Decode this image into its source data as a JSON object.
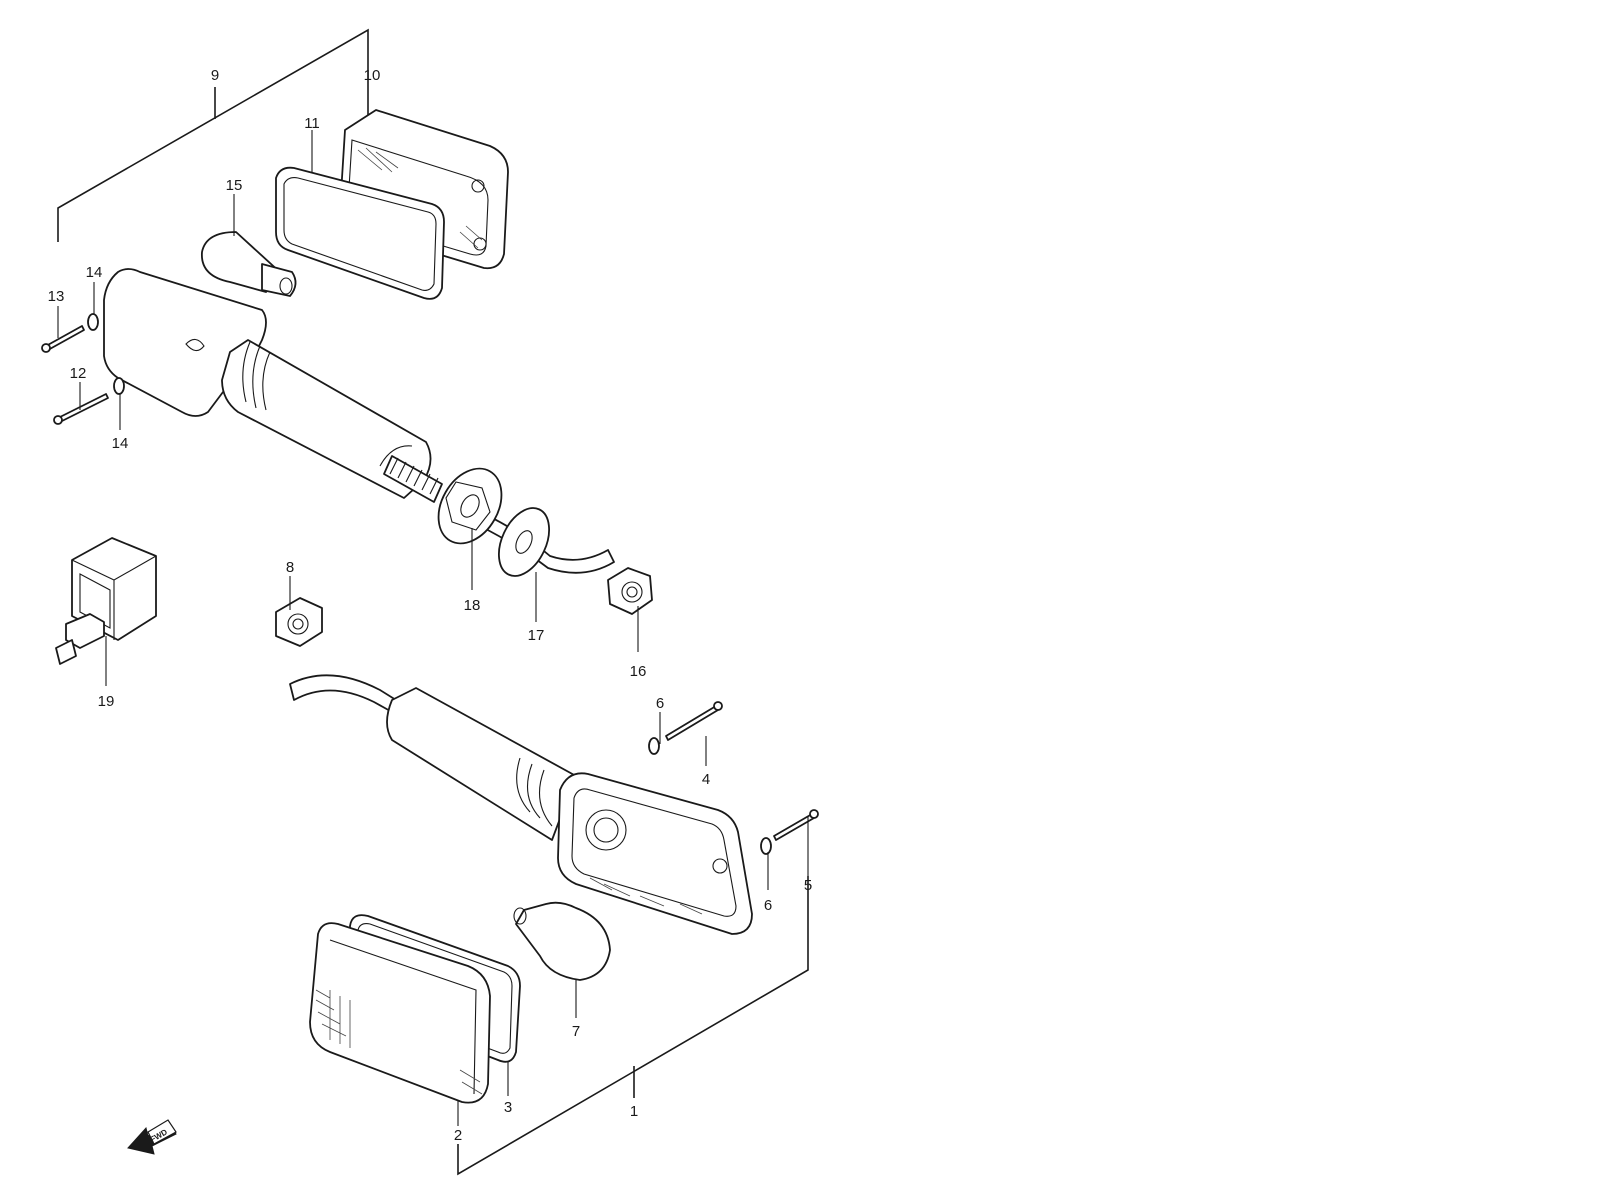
{
  "diagram": {
    "labels": {
      "l1": "1",
      "l2": "2",
      "l3": "3",
      "l4": "4",
      "l5": "5",
      "l6a": "6",
      "l6b": "6",
      "l7": "7",
      "l8": "8",
      "l9": "9",
      "l10": "10",
      "l11": "11",
      "l12": "12",
      "l13": "13",
      "l14a": "14",
      "l14b": "14",
      "l15": "15",
      "l16": "16",
      "l17": "17",
      "l18": "18",
      "l19": "19"
    },
    "fwd_arrow": "FWD"
  }
}
